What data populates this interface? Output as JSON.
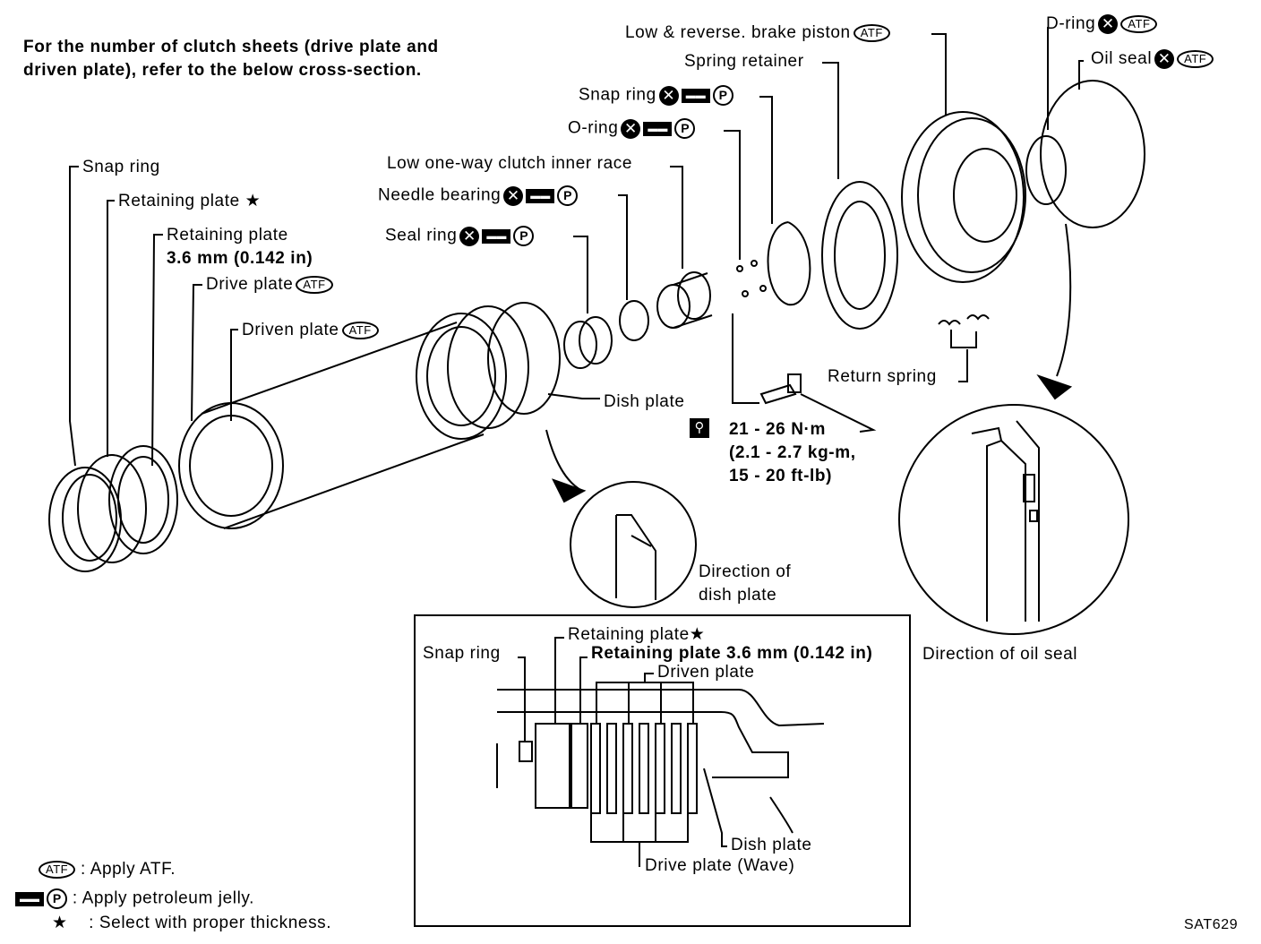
{
  "intro": {
    "line1": "For the number of clutch sheets (drive plate and",
    "line2": "driven plate), refer to the below cross-section."
  },
  "labels": {
    "snap_ring": "Snap ring",
    "retaining_plate_star": "Retaining plate ★",
    "retaining_plate": "Retaining plate",
    "retaining_plate_thickness": "3.6 mm (0.142 in)",
    "drive_plate": "Drive plate",
    "driven_plate": "Driven plate",
    "seal_ring": "Seal ring",
    "needle_bearing": "Needle bearing",
    "inner_race": "Low one-way clutch inner race",
    "o_ring": "O-ring",
    "snap_ring_2": "Snap ring",
    "spring_retainer": "Spring retainer",
    "piston": "Low & reverse. brake piston",
    "d_ring": "D-ring",
    "oil_seal": "Oil seal",
    "return_spring": "Return spring",
    "dish_plate": "Dish plate",
    "dir_dish_1": "Direction of",
    "dir_dish_2": "dish plate",
    "dir_oil_seal": "Direction of oil seal"
  },
  "torque": {
    "line1": "21 - 26 N·m",
    "line2": "(2.1 - 2.7 kg-m,",
    "line3": "15 - 20 ft-lb)"
  },
  "cross_section": {
    "retaining_plate_star": "Retaining plate★",
    "retaining_plate": "Retaining plate 3.6 mm (0.142 in)",
    "snap_ring": "Snap ring",
    "driven_plate": "Driven plate",
    "dish_plate": "Dish plate",
    "drive_plate": "Drive plate (Wave)"
  },
  "symbols": {
    "atf": "ATF",
    "x": "✕",
    "jelly": "▬▬",
    "p": "P",
    "star": "★",
    "torque_icon": "⚲"
  },
  "legend": {
    "atf_text": ": Apply ATF.",
    "jelly_text": ": Apply petroleum jelly.",
    "star_text": ": Select with proper thickness."
  },
  "code": "SAT629"
}
